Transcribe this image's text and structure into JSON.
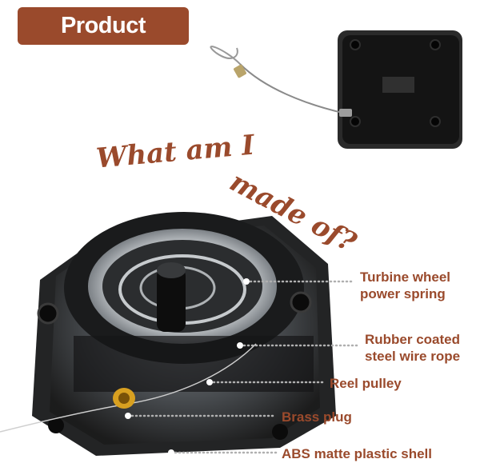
{
  "header": {
    "title": "Product Structure"
  },
  "tagline": {
    "part1": "What am I",
    "part2": "made of?"
  },
  "callouts": [
    {
      "line1": "Turbine wheel",
      "line2": "power spring"
    },
    {
      "line1": "Rubber coated",
      "line2": "steel wire rope"
    },
    {
      "line1": "Reel pulley"
    },
    {
      "line1": "Brass plug"
    },
    {
      "line1": "ABS matte plastic shell"
    }
  ],
  "colors": {
    "accent": "#9a4a2c",
    "leader": "#b0b0b0",
    "device": "#1b1b1b"
  }
}
